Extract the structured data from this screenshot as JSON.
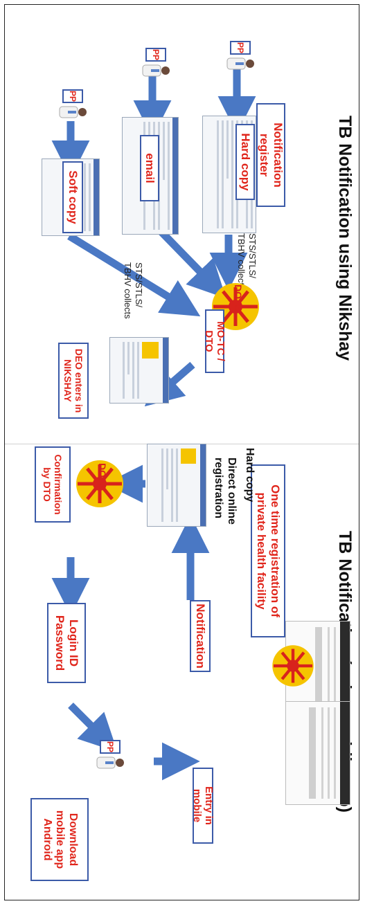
{
  "left_panel": {
    "title": "TB Notification using Nikshay",
    "pp_label": "PP",
    "notification_register": "Notification register",
    "hard_copy": "Hard copy",
    "email": "email",
    "soft_copy": "Soft copy",
    "collects_1": "STS/STLS/\nTBHV collects",
    "collects_2": "STS/STLS/\nTBHV collects",
    "mo_tc_dto": "MO-TC / DTO",
    "deo_enters": "DEO enters in NIKSHAY"
  },
  "right_panel": {
    "title": "TB Notification (using mobile app)",
    "one_time_registration": "One time registration of private health facility",
    "hard_copy": "Hard copy",
    "direct_online": "Direct online\nregistration",
    "notification": "Notification",
    "confirmation": "Confirmation by DTO",
    "login": "Login ID Password",
    "pp_label": "PP",
    "download": "Download mobile app Android",
    "entry_mobile": "Entry in mobile"
  },
  "logo": {
    "dots_text": "DOTS",
    "dots_colors": {
      "red": "#d8231c",
      "yellow": "#f5c400"
    }
  },
  "colors": {
    "arrow": "#4a78c4",
    "label_red": "#e0251b",
    "box_border": "#3b5aa8"
  }
}
